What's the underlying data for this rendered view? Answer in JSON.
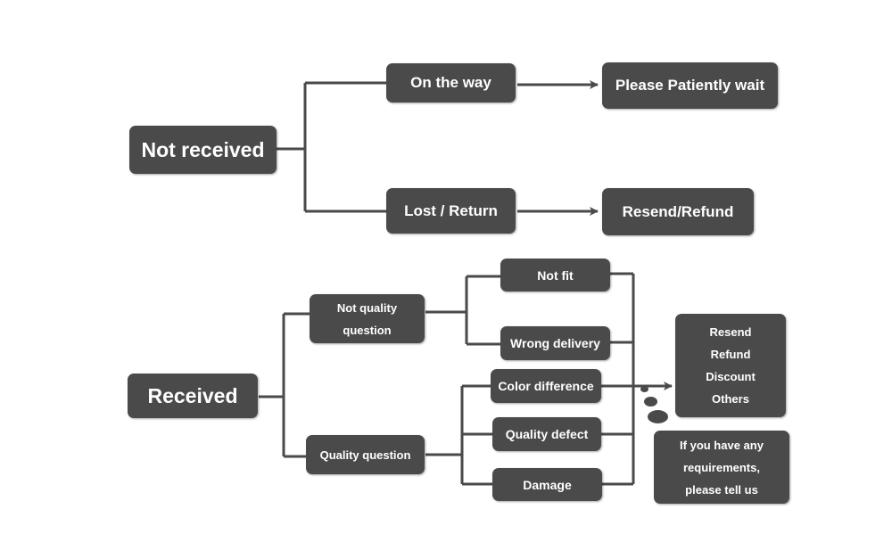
{
  "not_received": {
    "root": "Not received",
    "on_the_way": "On the way",
    "please_wait": "Please Patiently wait",
    "lost_return": "Lost / Return",
    "resend_refund": "Resend/Refund"
  },
  "received": {
    "root": "Received",
    "not_quality_question": [
      "Not quality",
      "question"
    ],
    "quality_question": "Quality question",
    "not_fit": "Not fit",
    "wrong_delivery": "Wrong delivery",
    "color_difference": "Color difference",
    "quality_defect": "Quality defect",
    "damage": "Damage",
    "solutions": [
      "Resend",
      "Refund",
      "Discount",
      "Others"
    ],
    "requirements_note": [
      "If you have any",
      "requirements,",
      "please tell us"
    ]
  },
  "colors": {
    "box": "#4a4a4a",
    "line": "#4a4a4a",
    "text": "#ffffff"
  }
}
